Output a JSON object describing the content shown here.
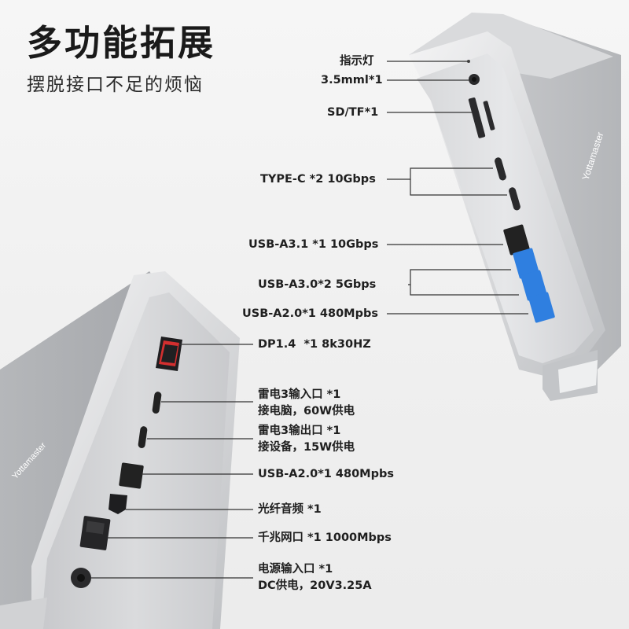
{
  "headline": "多功能拓展",
  "subline": "摆脱接口不足的烦恼",
  "brand_logo_text": "Yottamaster",
  "top_device_labels": [
    "指示灯",
    "3.5mml*1",
    "SD/TF*1",
    "TYPE-C *2 10Gbps",
    "USB-A3.1 *1 10Gbps",
    "USB-A3.0*2 5Gbps",
    "USB-A2.0*1 480Mpbs"
  ],
  "bottom_device_labels": {
    "dp": "DP1.4  *1 8k30HZ",
    "tb_in": [
      "雷电3输入口 *1",
      "接电脑，60W供电"
    ],
    "tb_out": [
      "雷电3输出口 *1",
      "接设备，15W供电"
    ],
    "usb_a2": "USB-A2.0*1 480Mpbs",
    "optical": "光纤音频 *1",
    "ethernet": "千兆网口 *1 1000Mbps",
    "power": [
      "电源输入口 *1",
      "DC供电，20V3.25A"
    ]
  },
  "colors": {
    "usb3_blue": "#2f7fe0",
    "aluminum_light": "#e4e5e7",
    "aluminum_dark": "#b9bbbe",
    "leader_line": "#333333"
  }
}
